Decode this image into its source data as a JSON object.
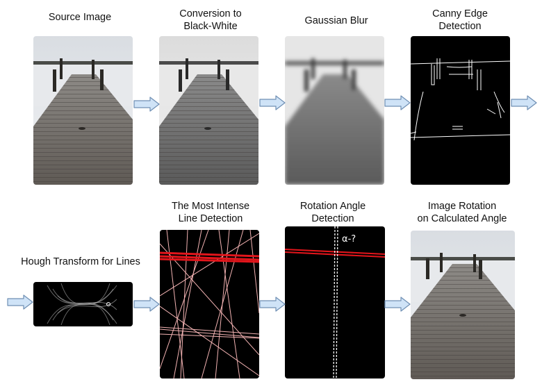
{
  "steps": [
    {
      "title": "Source Image"
    },
    {
      "title": "Conversion to\nBlack-White"
    },
    {
      "title": "Gaussian Blur"
    },
    {
      "title": "Canny Edge\nDetection"
    },
    {
      "title": "Hough Transform for Lines"
    },
    {
      "title": "The Most Intense\nLine Detection"
    },
    {
      "title": "Rotation Angle\nDetection"
    },
    {
      "title": "Image Rotation\non Calculated Angle"
    }
  ],
  "angle_annotation": "α-?",
  "colors": {
    "arrow_fill": "#cfe3f7",
    "arrow_stroke": "#6f8fb3",
    "line_red": "#e3151b",
    "line_pink": "#f3b3b3"
  }
}
